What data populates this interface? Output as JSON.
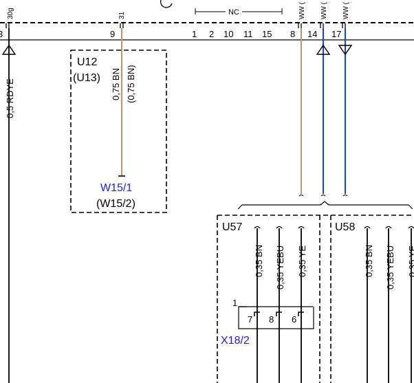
{
  "bus": {
    "left_partial_pin": "3",
    "top_left_pin": "30g",
    "u12_top_pin": "31",
    "nc_label": "NC",
    "pins": [
      "9",
      "1",
      "2",
      "10",
      "11",
      "15",
      "8",
      "14",
      "17"
    ],
    "top_wire_labels": [
      "WW (",
      "WW (",
      "WW ("
    ]
  },
  "left_wire": {
    "label": "0,5 RDYE"
  },
  "u12": {
    "name": "U12",
    "alt_name": "(U13)",
    "wire_label": "0,75 BN",
    "wire_label_alt": "(0,75 BN)",
    "connector": "W15/1",
    "connector_alt": "(W15/2)"
  },
  "u57": {
    "name": "U57",
    "wire_labels": [
      "0,35 BN",
      "0,35 YEBU",
      "0,35 YE"
    ],
    "connector_marker": "1",
    "connector_pins": [
      "7",
      "8",
      "6"
    ],
    "connector_name": "X18/2"
  },
  "u58": {
    "name": "U58",
    "wire_labels": [
      "0,35 BN",
      "0,35 YEBU",
      "0,35 YE"
    ]
  },
  "colors": {
    "brown_wire": "#b8967a",
    "blue_wire": "#1a3fd6",
    "connector_text_blue": "#1a1aff",
    "black": "#000000"
  }
}
